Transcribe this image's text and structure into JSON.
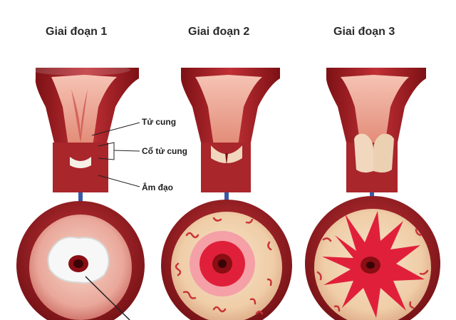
{
  "stages": [
    {
      "title": "Giai đoạn 1"
    },
    {
      "title": "Giai đoạn 2"
    },
    {
      "title": "Giai đoạn 3"
    }
  ],
  "labels": {
    "uterus": "Tử cung",
    "cervix": "Cổ tử cung",
    "vagina": "Âm đạo"
  },
  "colors": {
    "tissue_dark": "#9b1b1f",
    "tissue_mid": "#c9343a",
    "inner_pink": "#f2b3a6",
    "lesion_red": "#e0203a",
    "arrow_blue": "#3a5aa8",
    "cervix_face": "#f1d7bd"
  }
}
